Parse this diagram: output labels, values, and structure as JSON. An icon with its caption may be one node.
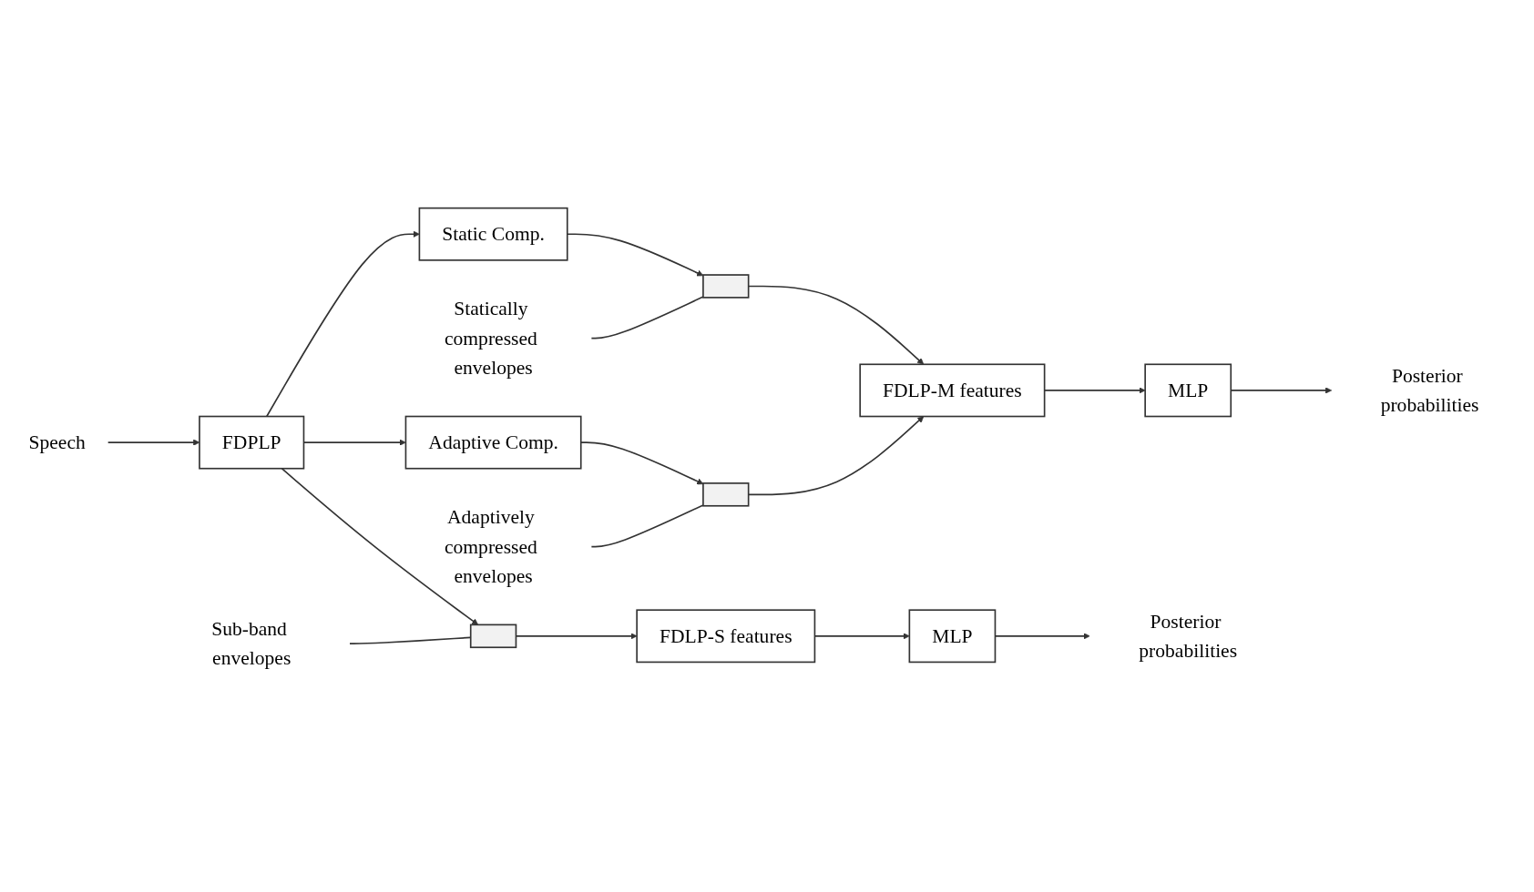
{
  "diagram": {
    "nodes": [
      {
        "text": [
          "Speech"
        ]
      },
      {
        "text": [
          "FDPLP"
        ]
      },
      {
        "text": [
          "Static Comp."
        ]
      },
      {
        "text": [
          "Adaptive Comp."
        ]
      },
      {
        "text": [],
        "shape": "box"
      },
      {
        "text": [
          "Statically compressed envelopes"
        ]
      },
      {
        "text": [],
        "shape": "box"
      },
      {
        "text": [
          "Adaptively compressed envelopes"
        ]
      },
      {
        "text": [],
        "shape": "box"
      },
      {
        "text": [
          "Sub-band envelopes"
        ]
      },
      {
        "text": [
          "FDLP-M features"
        ]
      },
      {
        "text": [
          "MLP"
        ]
      },
      {
        "text": [
          "Posterior probabilities"
        ]
      },
      {
        "text": [
          "FDLP-S features"
        ]
      },
      {
        "text": [
          "MLP"
        ]
      },
      {
        "text": [
          "Posterior probabilities"
        ]
      }
    ],
    "edges": [
      {
        "from": 0,
        "to": 1,
        "arrow": "to"
      },
      {
        "from": 1,
        "to": 2,
        "arrow": "to"
      },
      {
        "from": 1,
        "to": 3,
        "arrow": "to"
      },
      {
        "from": 1,
        "to": 8,
        "arrow": "to"
      },
      {
        "from": 2,
        "to": 4,
        "arrow": "to"
      },
      {
        "from": 3,
        "to": 6,
        "arrow": "to"
      },
      {
        "from": 5,
        "to": 4,
        "arrow": "none"
      },
      {
        "from": 7,
        "to": 6,
        "arrow": "none"
      },
      {
        "from": 9,
        "to": 8,
        "arrow": "none"
      },
      {
        "from": 4,
        "to": 10,
        "arrow": "to"
      },
      {
        "from": 6,
        "to": 10,
        "arrow": "to"
      },
      {
        "from": 8,
        "to": 13,
        "arrow": "to"
      },
      {
        "from": 10,
        "to": 11,
        "arrow": "to"
      },
      {
        "from": 11,
        "to": 12,
        "arrow": "to"
      },
      {
        "from": 13,
        "to": 14,
        "arrow": "to"
      },
      {
        "from": 14,
        "to": 15,
        "arrow": "to"
      }
    ]
  }
}
